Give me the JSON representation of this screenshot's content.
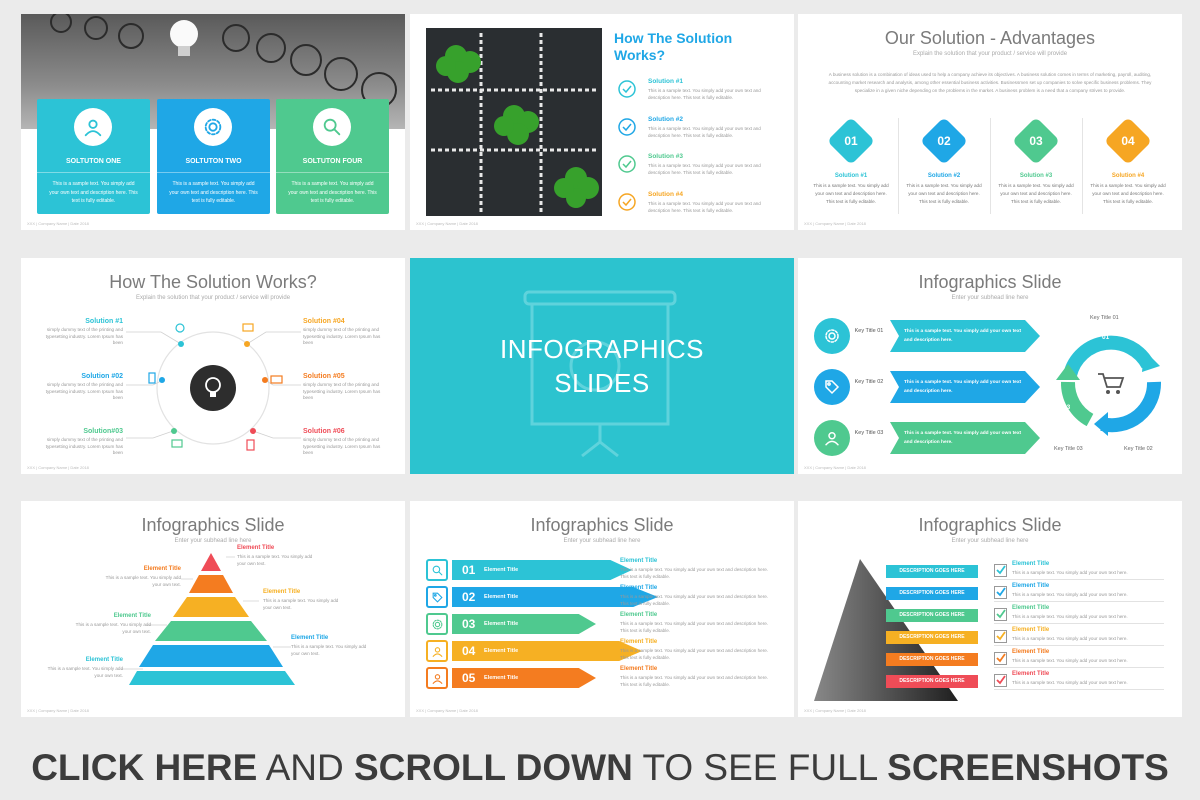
{
  "slide1": {
    "cards": [
      {
        "title": "SOLTUTON ONE",
        "text": "This is a sample text. You simply add your own text and description here. This text is fully editable.",
        "color": "#2cc3d6",
        "icon": "user-icon"
      },
      {
        "title": "SOLTUTON TWO",
        "text": "This is a sample text. You simply add your own text and description here. This text is fully editable.",
        "color": "#1fa7e6",
        "icon": "gear-icon"
      },
      {
        "title": "SOLTUTON FOUR",
        "text": "This is a sample text. You simply add your own text and description here. This text is fully editable.",
        "color": "#4fc98f",
        "icon": "search-icon"
      }
    ],
    "footer": "XXX | Company Name | Date 2018"
  },
  "slide2": {
    "title": "How The Solution Works?",
    "items": [
      {
        "title": "Solution #1",
        "text": "This is a sample text. You simply add your own text and description here. This text is fully editable.",
        "color": "#2cc3d6"
      },
      {
        "title": "Solution #2",
        "text": "This is a sample text. You simply add your own text and description here. This text is fully editable.",
        "color": "#1fa7e6"
      },
      {
        "title": "Solution #3",
        "text": "This is a sample text. You simply add your own text and description here. This text is fully editable.",
        "color": "#4fc98f"
      },
      {
        "title": "Solution #4",
        "text": "This is a sample text. You simply add your own text and description here. This text is fully editable.",
        "color": "#f6a623"
      }
    ],
    "footer": "XXX | Company Name | Date 2018"
  },
  "slide3": {
    "title": "Our Solution - Advantages",
    "subtitle": "Explain the solution that your product / service will provide",
    "paragraph": "A business solution is a combination of ideas used to help a company achieve its objectives. A business solution comes in terms of marketing, payroll, auditing, accounting market research and analysis, among other essential business activities. Businessmen set up companies to solve specific business problems. They specialize in a given niche depending on the problems in the market. A business problem is a need that a company strives to provide.",
    "items": [
      {
        "num": "01",
        "title": "Solution #1",
        "text": "This is a sample text. You simply add your own text and description here. This text is fully editable.",
        "color": "#2cc3d6"
      },
      {
        "num": "02",
        "title": "Solution #2",
        "text": "This is a sample text. You simply add your own text and description here. This text is fully editable.",
        "color": "#1fa7e6"
      },
      {
        "num": "03",
        "title": "Solution #3",
        "text": "This is a sample text. You simply add your own text and description here. This text is fully editable.",
        "color": "#4fc98f"
      },
      {
        "num": "04",
        "title": "Solution #4",
        "text": "This is a sample text. You simply add your own text and description here. This text is fully editable.",
        "color": "#f6a623"
      }
    ],
    "footer": "XXX | Company Name | Date 2018"
  },
  "slide4": {
    "title": "How The Solution Works?",
    "subtitle": "Explain the solution that your product / service will provide",
    "left": [
      {
        "title": "Solution #1",
        "text": "simply dummy text of the printing and typesetting industry. Lorem Ipsum has been",
        "color": "#2cc3d6"
      },
      {
        "title": "Solution #02",
        "text": "simply dummy text of the printing and typesetting industry. Lorem Ipsum has been",
        "color": "#1fa7e6"
      },
      {
        "title": "Solution#03",
        "text": "simply dummy text of the printing and typesetting industry. Lorem Ipsum has been",
        "color": "#4fc98f"
      }
    ],
    "right": [
      {
        "title": "Solution #04",
        "text": "simply dummy text of the printing and typesetting industry. Lorem Ipsum has been",
        "color": "#f6a623"
      },
      {
        "title": "Solution #05",
        "text": "simply dummy text of the printing and typesetting industry. Lorem Ipsum has been",
        "color": "#f47c20"
      },
      {
        "title": "Solution #06",
        "text": "simply dummy text of the printing and typesetting industry. Lorem Ipsum has been",
        "color": "#ef4c57"
      }
    ],
    "footer": "XXX | Company Name | Date 2018"
  },
  "slide5": {
    "line1": "INFOGRAPHICS",
    "line2": "SLIDES",
    "color": "#2cc3cf"
  },
  "slide6": {
    "title": "Infographics Slide",
    "subtitle": "Enter your subhead line here",
    "rows": [
      {
        "key": "Key Title 01",
        "text": "This is a sample text. You simply add your own text and description here.",
        "color": "#2cc3d6",
        "icon": "gear-icon"
      },
      {
        "key": "Key Title 02",
        "text": "This is a sample text. You simply add your own text and description here.",
        "color": "#1fa7e6",
        "icon": "tag-icon"
      },
      {
        "key": "Key Title 03",
        "text": "This is a sample text. You simply add your own text and description here.",
        "color": "#4fc98f",
        "icon": "user-icon"
      }
    ],
    "cycle_labels": [
      "Key Title 01",
      "Key Title 02",
      "Key Title 03"
    ],
    "cycle_nums": [
      "01",
      "02",
      "03"
    ],
    "footer": "XXX | Company Name | Date 2018"
  },
  "slide7": {
    "title": "Infographics Slide",
    "subtitle": "Enter your subhead line here",
    "labels": [
      {
        "title": "Element Title",
        "text": "This is a sample text. You simply add your own text."
      },
      {
        "title": "Element Title",
        "text": "This is a sample text. You simply add your own text."
      },
      {
        "title": "Element Title",
        "text": "This is a sample text. You simply add your own text."
      },
      {
        "title": "Element Title",
        "text": "This is a sample text. You simply add your own text."
      },
      {
        "title": "Element Title",
        "text": "This is a sample text. You simply add your own text."
      },
      {
        "title": "Element Title",
        "text": "This is a sample text. You simply add your own text."
      }
    ],
    "footer": "XXX | Company Name | Date 2018"
  },
  "slide8": {
    "title": "Infographics Slide",
    "subtitle": "Enter your subhead line here",
    "rows": [
      {
        "num": "01",
        "label": "Element Title",
        "title": "Element Title",
        "text": "This is a sample text. You simply add your own text and description here. This text is fully editable.",
        "color": "#2cc3d6"
      },
      {
        "num": "02",
        "label": "Element Title",
        "title": "Element Title",
        "text": "This is a sample text. You simply add your own text and description here. This text is fully editable.",
        "color": "#1fa7e6"
      },
      {
        "num": "03",
        "label": "Element Title",
        "title": "Element Title",
        "text": "This is a sample text. You simply add your own text and description here. This text is fully editable.",
        "color": "#4fc98f"
      },
      {
        "num": "04",
        "label": "Element Title",
        "title": "Element Title",
        "text": "This is a sample text. You simply add your own text and description here. This text is fully editable.",
        "color": "#f6b023"
      },
      {
        "num": "05",
        "label": "Element Title",
        "title": "Element Title",
        "text": "This is a sample text. You simply add your own text and description here. This text is fully editable.",
        "color": "#f47c20"
      }
    ],
    "footer": "XXX | Company Name | Date 2018"
  },
  "slide9": {
    "title": "Infographics Slide",
    "subtitle": "Enter your subhead line here",
    "rows": [
      {
        "label": "DESCRIPTION GOES HERE",
        "title": "Element Title",
        "text": "This is a sample text. You simply add your own text here.",
        "color": "#2cc3d6"
      },
      {
        "label": "DESCRIPTION GOES HERE",
        "title": "Element Title",
        "text": "This is a sample text. You simply add your own text here.",
        "color": "#1fa7e6"
      },
      {
        "label": "DESCRIPTION GOES HERE",
        "title": "Element Title",
        "text": "This is a sample text. You simply add your own text here.",
        "color": "#4fc98f"
      },
      {
        "label": "DESCRIPTION GOES HERE",
        "title": "Element Title",
        "text": "This is a sample text. You simply add your own text here.",
        "color": "#f6b023"
      },
      {
        "label": "DESCRIPTION GOES HERE",
        "title": "Element Title",
        "text": "This is a sample text. You simply add your own text here.",
        "color": "#f47c20"
      },
      {
        "label": "DESCRIPTION GOES HERE",
        "title": "Element Title",
        "text": "This is a sample text. You simply add your own text here.",
        "color": "#ef4c57"
      }
    ],
    "footer": "XXX | Company Name | Date 2018"
  },
  "banner": {
    "p1": "CLICK HERE",
    "p2": " AND ",
    "p3": "SCROLL DOWN",
    "p4": " TO SEE FULL ",
    "p5": "SCREENSHOTS"
  }
}
